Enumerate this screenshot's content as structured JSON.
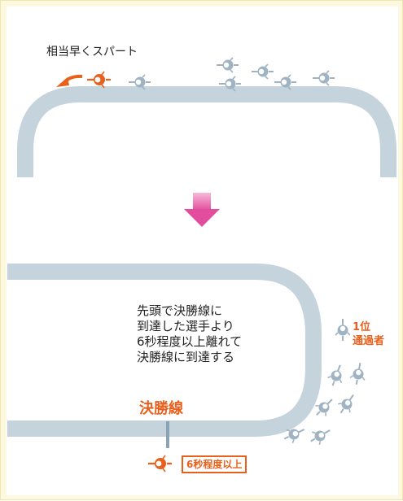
{
  "diagram": {
    "top_caption": "相当早くスパート",
    "description_lines": [
      "先頭で決勝線に",
      "到達した選手より",
      "6秒程度以上離れて",
      "決勝線に到達する"
    ],
    "finish_line_label": "決勝線",
    "first_place_label": "1位",
    "first_place_sub": "通過者",
    "gap_label": "6秒程度以上"
  },
  "colors": {
    "track": "#c5d3dc",
    "accent": "#e8601c",
    "arrow_pink": "#e862a6",
    "background": "#fdf8e0",
    "rider_gray": "#9fb3c2"
  },
  "icons": [
    "cyclist-icon",
    "arrow-left-icon",
    "arrow-down-icon"
  ]
}
